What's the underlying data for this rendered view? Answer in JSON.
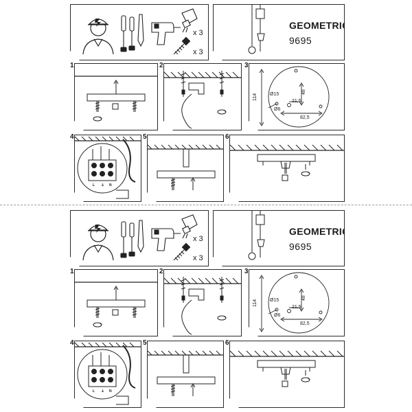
{
  "product": {
    "name": "GEOMETRIC",
    "code": "9695"
  },
  "tools": {
    "bulb_qty": "x 3",
    "screw_qty": "x 3"
  },
  "steps": [
    "1",
    "2",
    "3",
    "4",
    "5",
    "6"
  ],
  "drilling_template": {
    "height": "114",
    "offset_y": "48",
    "hole_large": "Ø15",
    "hole_small": "Ø6",
    "offset_x_small": "21,5",
    "offset_x_large": "82,5"
  },
  "terminals": {
    "left": "L",
    "earth": "⏚",
    "neutral": "N"
  }
}
